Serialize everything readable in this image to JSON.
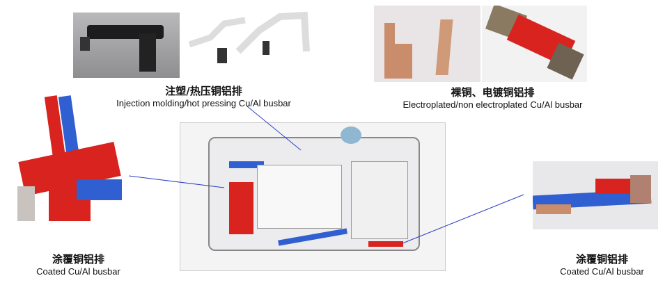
{
  "labels": {
    "injection": {
      "zh": "注塑/热压铜铝排",
      "en": "Injection molding/hot pressing Cu/Al busbar"
    },
    "electroplated": {
      "zh": "裸铜、电镀铜铝排",
      "en": "Electroplated/non electroplated Cu/Al busbar"
    },
    "coated_left": {
      "zh": "涂覆铜铝排",
      "en": "Coated Cu/Al busbar"
    },
    "coated_right": {
      "zh": "涂覆铜铝排",
      "en": "Coated Cu/Al busbar"
    }
  },
  "colors": {
    "callout_line": "#2a3fc4",
    "copper": "#d9876a",
    "red_coating": "#d8231f",
    "blue_coating": "#2f5fd0"
  }
}
